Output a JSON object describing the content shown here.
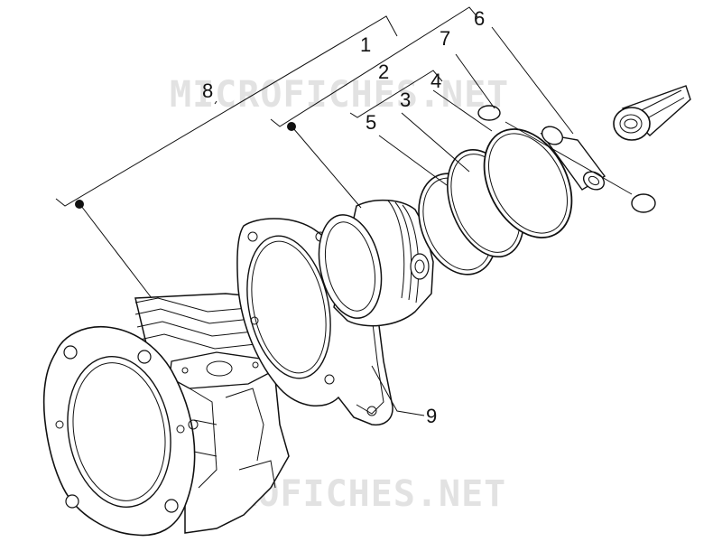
{
  "watermark": "MICROFICHES.NET",
  "callouts": [
    {
      "id": "label-1",
      "text": "1"
    },
    {
      "id": "label-2",
      "text": "2"
    },
    {
      "id": "label-3",
      "text": "3"
    },
    {
      "id": "label-4",
      "text": "4"
    },
    {
      "id": "label-5",
      "text": "5"
    },
    {
      "id": "label-6",
      "text": "6"
    },
    {
      "id": "label-7",
      "text": "7"
    },
    {
      "id": "label-8",
      "text": "8"
    },
    {
      "id": "label-9",
      "text": "9"
    }
  ],
  "colors": {
    "line": "#111111",
    "watermark": "#e2e2e2",
    "background": "#ffffff"
  }
}
